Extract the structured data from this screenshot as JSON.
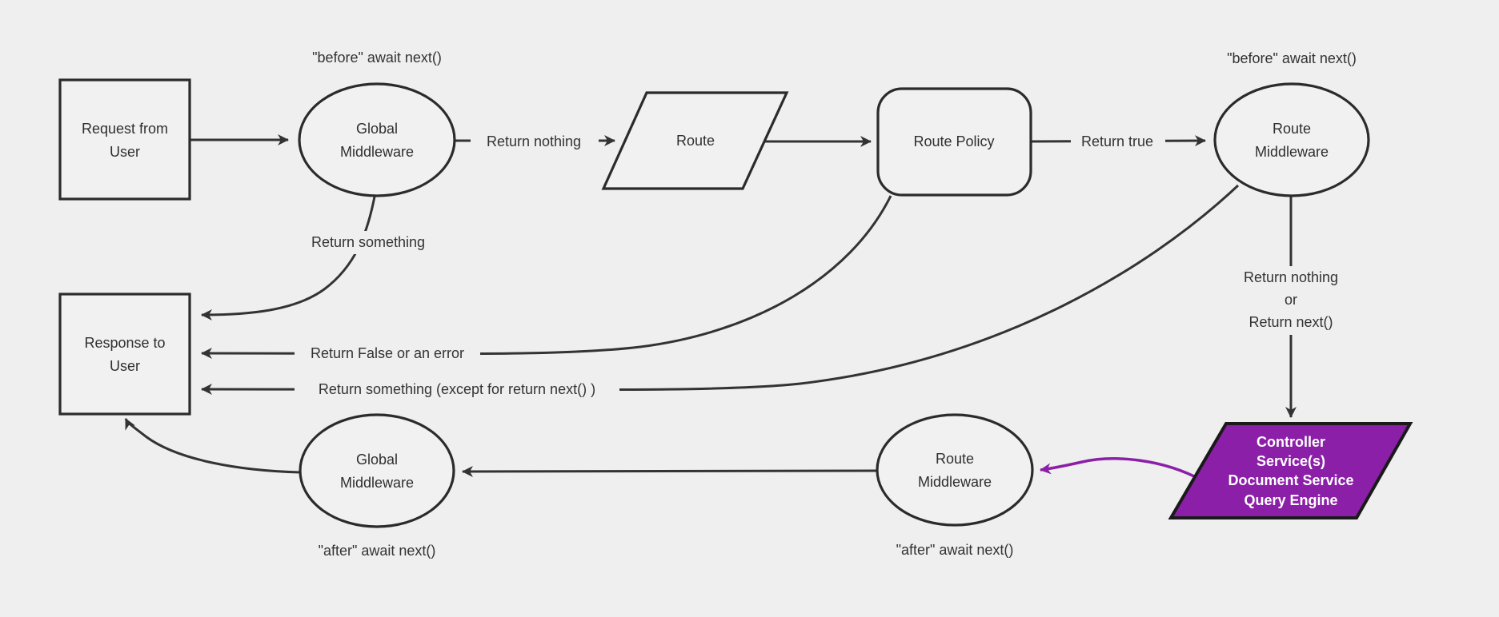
{
  "diagram": {
    "colors": {
      "background": "#efefef",
      "node_fill": "#f1f1f1",
      "stroke": "#333333",
      "accent_purple": "#8b1fa8",
      "controller_text": "#ffffff"
    },
    "nodes": {
      "request": {
        "lines": [
          "Request from",
          "User"
        ]
      },
      "global_mw_top": {
        "lines": [
          "Global",
          "Middleware"
        ],
        "annotation": "\"before\" await next()"
      },
      "route": {
        "label": "Route"
      },
      "route_policy": {
        "label": "Route Policy"
      },
      "route_mw_top": {
        "lines": [
          "Route",
          "Middleware"
        ],
        "annotation": "\"before\" await next()"
      },
      "response": {
        "lines": [
          "Response to",
          "User"
        ]
      },
      "route_mw_bottom": {
        "lines": [
          "Route",
          "Middleware"
        ],
        "annotation": "\"after\" await next()"
      },
      "global_mw_bottom": {
        "lines": [
          "Global",
          "Middleware"
        ],
        "annotation": "\"after\" await next()"
      },
      "controller": {
        "lines": [
          "Controller",
          "Service(s)",
          "Document Service",
          "Query Engine"
        ]
      }
    },
    "edges": {
      "return_nothing": "Return nothing",
      "return_true": "Return true",
      "return_something": "Return something",
      "return_false": "Return False or an error",
      "return_something_except": "Return something (except for return next() )",
      "return_nothing_or": [
        "Return nothing",
        "or",
        "Return next()"
      ]
    }
  }
}
